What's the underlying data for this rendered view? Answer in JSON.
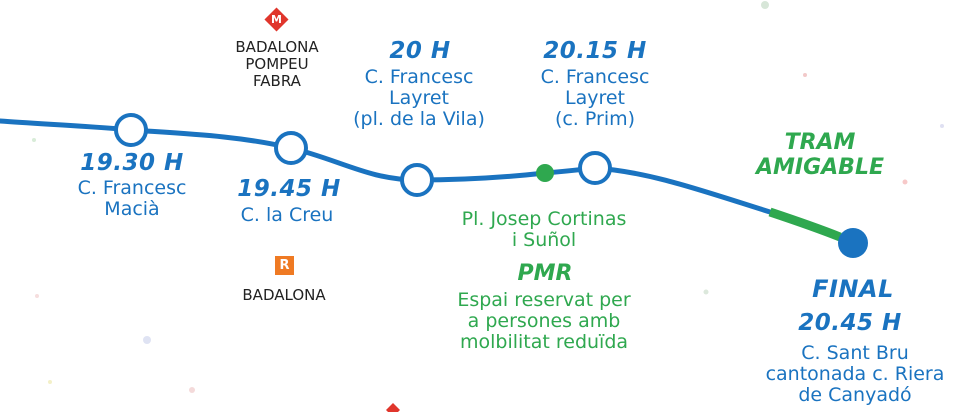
{
  "stops": [
    {
      "time": "19.30 H",
      "name": "C. Francesc\nMacià"
    },
    {
      "time": "19.45 H",
      "name": "C. la Creu"
    },
    {
      "time": "20 H",
      "name": "C. Francesc\nLayret\n(pl. de la Vila)"
    },
    {
      "time": "20.15 H",
      "name": "C. Francesc\nLayret\n(c. Prim)"
    }
  ],
  "metro": {
    "icon_letter": "M",
    "name": "BADALONA\nPOMPEU\nFABRA"
  },
  "rodalies": {
    "icon_letter": "R",
    "name": "BADALONA"
  },
  "green_stop": {
    "name": "Pl. Josep Cortinas\ni Suñol"
  },
  "pmr": {
    "title": "PMR",
    "text": "Espai reservat per\na persones amb\nmolbilitat reduïda"
  },
  "tram": {
    "title": "TRAM\nAMIGABLE"
  },
  "final": {
    "label": "FINAL",
    "time": "20.45 H",
    "name": "C. Sant Bru\ncantonada c. Riera\nde Canyadó"
  },
  "colors": {
    "route": "#1a73c0",
    "accent_green": "#2fa84f",
    "metro_red": "#e0362c",
    "rodalies_orange": "#ef7a23"
  }
}
